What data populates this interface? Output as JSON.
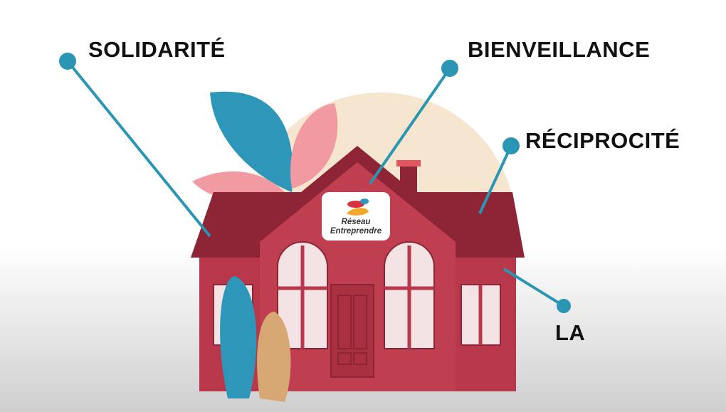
{
  "labels": {
    "solidarite": "SOLIDARITÉ",
    "bienveillance": "BIENVEILLANCE",
    "reciprocite": "RÉCIPROCITÉ",
    "la": "LA"
  },
  "logo": {
    "line1": "Réseau",
    "line2": "Entreprendre"
  },
  "colors": {
    "accent": "#2b9ab8",
    "house": "#b8374a",
    "roof": "#8e2536",
    "sun": "#f7e6cf"
  }
}
